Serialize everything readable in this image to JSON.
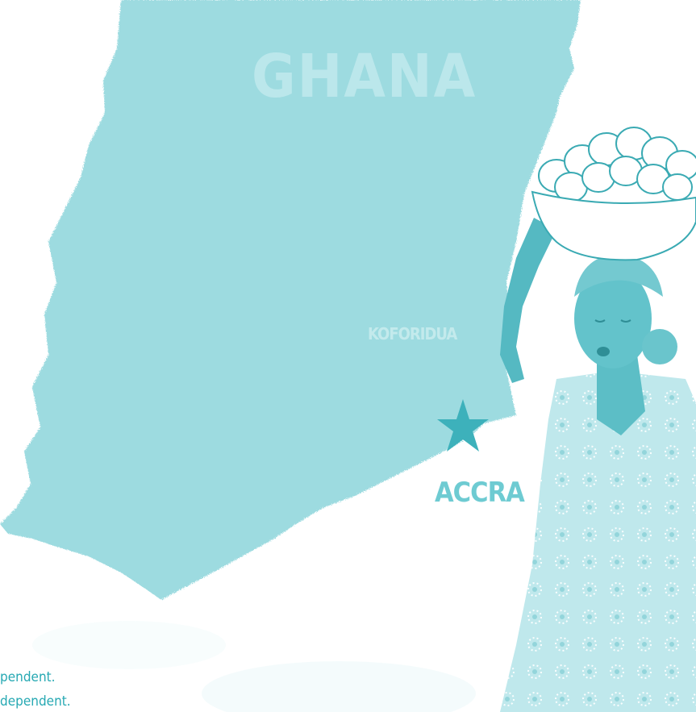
{
  "map": {
    "country_label": "GHANA",
    "town_label": "KOFORIDUA",
    "capital_label": "ACCRA",
    "capital_icon": "star-icon"
  },
  "caption": {
    "line_1": "pendent.",
    "line_2": "dependent."
  },
  "palette": {
    "map_fill": "#9ddbe0",
    "figure": "#63c3cb",
    "figure_dark": "#4fb6bf",
    "text": "#27a9b3",
    "background": "#ffffff"
  }
}
